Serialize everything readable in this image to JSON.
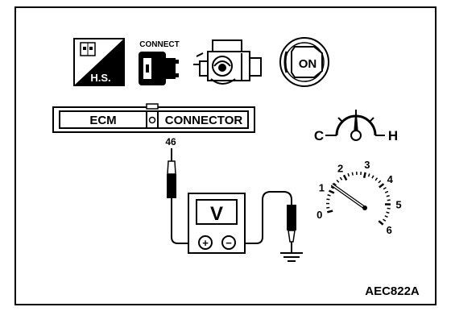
{
  "icons": {
    "hs_text": "H.S.",
    "connect_label": "CONNECT",
    "ignition_on_text": "ON"
  },
  "connector": {
    "left_label": "ECM",
    "right_label": "CONNECTOR",
    "pin_number": "46"
  },
  "voltmeter": {
    "symbol": "V",
    "plus": "+",
    "minus": "−"
  },
  "temperature": {
    "cold": "C",
    "hot": "H"
  },
  "tachometer": {
    "scale_labels": [
      "0",
      "1",
      "2",
      "3",
      "4",
      "5",
      "6"
    ]
  },
  "figure_code": "AEC822A"
}
